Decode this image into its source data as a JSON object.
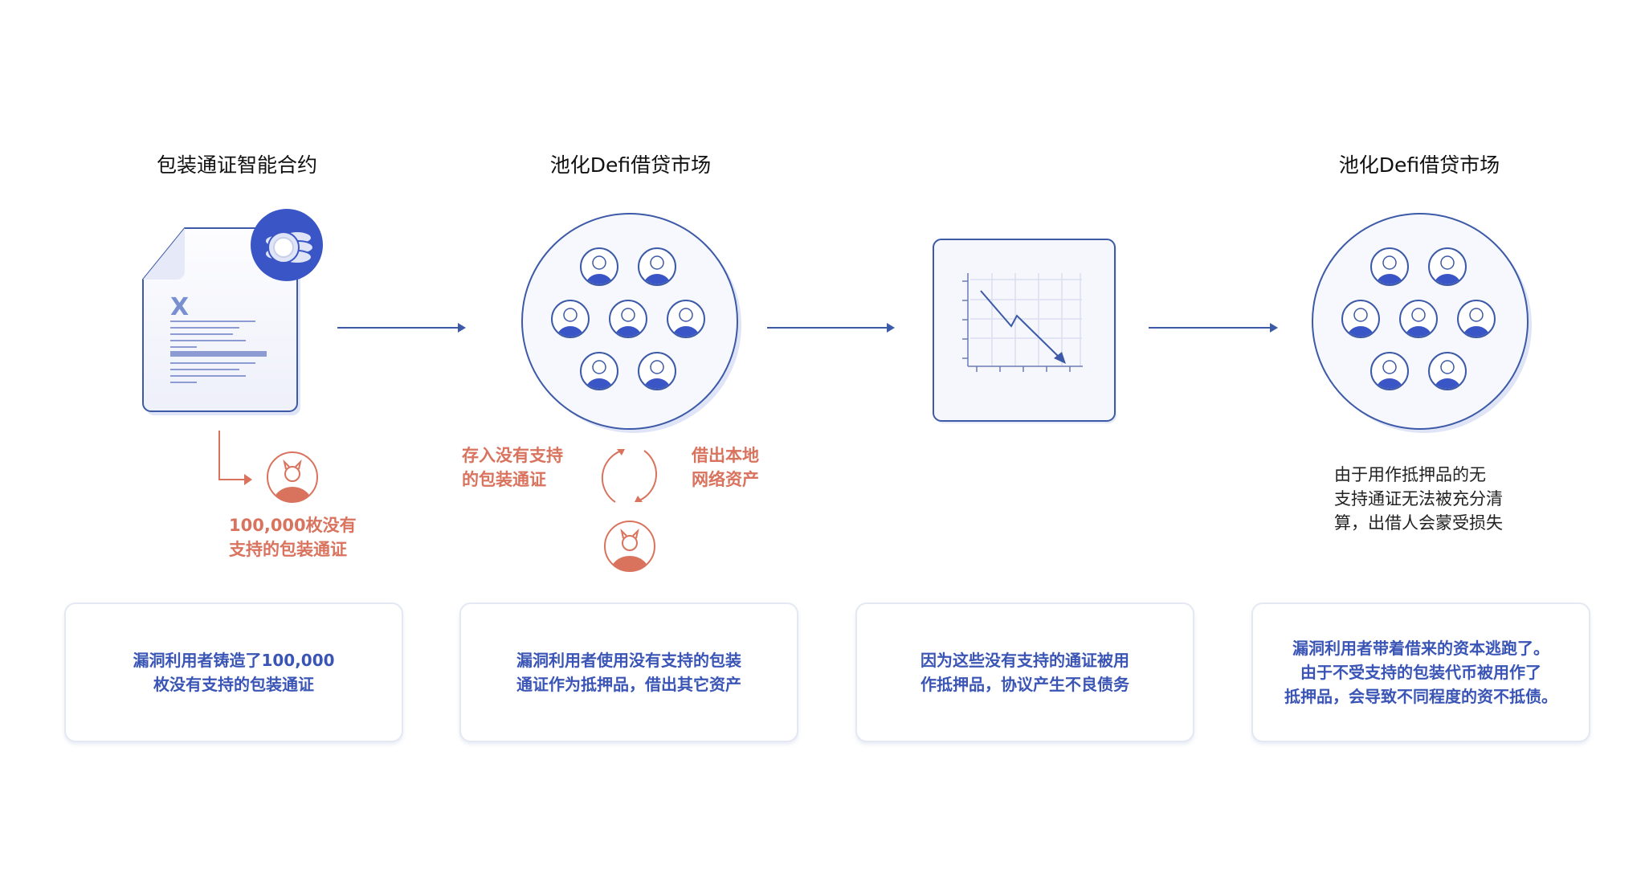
{
  "columns": [
    {
      "title": "包装通证智能合约"
    },
    {
      "title": "池化Defi借贷市场"
    },
    {
      "title": ""
    },
    {
      "title": "池化Defi借贷市场"
    }
  ],
  "labels": {
    "minted": [
      "100,000枚没有",
      "支持的包装通证"
    ],
    "deposit": [
      "存入没有支持",
      "的包装通证"
    ],
    "borrow": [
      "借出本地",
      "网络资产"
    ],
    "loss_note": [
      "由于用作抵押品的无",
      "支持通证无法被充分清",
      "算，出借人会蒙受损失"
    ]
  },
  "cards": [
    {
      "lines": [
        "漏洞利用者铸造了100,000",
        "枚没有支持的包装通证"
      ]
    },
    {
      "lines": [
        "漏洞利用者使用没有支持的包装",
        "通证作为抵押品，借出其它资产"
      ]
    },
    {
      "lines": [
        "因为这些没有支持的通证被用",
        "作抵押品，协议产生不良债务"
      ]
    },
    {
      "lines": [
        "漏洞利用者带着借来的资本逃跑了。",
        "由于不受支持的包装代币被用作了",
        "抵押品，会导致不同程度的资不抵债。"
      ]
    }
  ],
  "colors": {
    "blue": "#3a55b5",
    "red": "#d9735e",
    "line": "#3d5aa8"
  }
}
